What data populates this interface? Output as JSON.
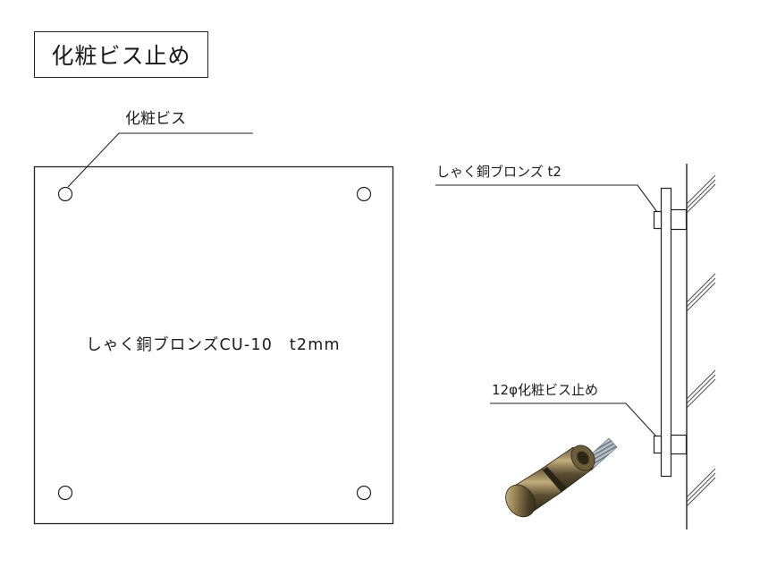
{
  "title": "化粧ビス止め",
  "labels": {
    "screw_callout": "化粧ビス",
    "plate_spec": "しゃく銅ブロンズCU-10　t2mm",
    "side_plate_callout": "しゃく銅ブロンズ t2",
    "side_screw_callout": "12φ化粧ビス止め"
  },
  "colors": {
    "line": "#222222",
    "screw_metal_dark": "#3d3522",
    "screw_metal_light": "#b5a272",
    "thread": "#8f9aa4"
  },
  "icons": {
    "hole": "circle-outline",
    "screw_photo": "bronze-standoff-screw"
  }
}
